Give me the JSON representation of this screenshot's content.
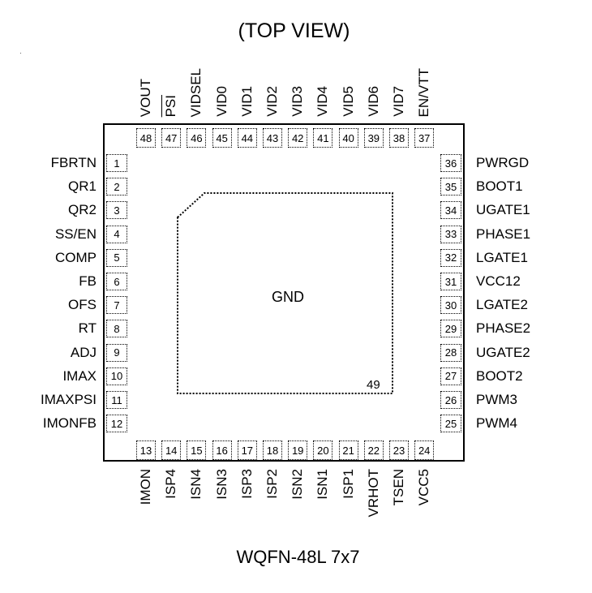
{
  "title": "(TOP VIEW)",
  "caption": "WQFN-48L 7x7",
  "exposed_pad": {
    "label": "GND",
    "number": "49"
  },
  "pins_left": [
    {
      "num": "1",
      "name": "FBRTN"
    },
    {
      "num": "2",
      "name": "QR1"
    },
    {
      "num": "3",
      "name": "QR2"
    },
    {
      "num": "4",
      "name": "SS/EN"
    },
    {
      "num": "5",
      "name": "COMP"
    },
    {
      "num": "6",
      "name": "FB"
    },
    {
      "num": "7",
      "name": "OFS"
    },
    {
      "num": "8",
      "name": "RT"
    },
    {
      "num": "9",
      "name": "ADJ"
    },
    {
      "num": "10",
      "name": "IMAX"
    },
    {
      "num": "11",
      "name": "IMAXPSI"
    },
    {
      "num": "12",
      "name": "IMONFB"
    }
  ],
  "pins_bottom": [
    {
      "num": "13",
      "name": "IMON"
    },
    {
      "num": "14",
      "name": "ISP4"
    },
    {
      "num": "15",
      "name": "ISN4"
    },
    {
      "num": "16",
      "name": "ISN3"
    },
    {
      "num": "17",
      "name": "ISP3"
    },
    {
      "num": "18",
      "name": "ISP2"
    },
    {
      "num": "19",
      "name": "ISN2"
    },
    {
      "num": "20",
      "name": "ISN1"
    },
    {
      "num": "21",
      "name": "ISP1"
    },
    {
      "num": "22",
      "name": "VRHOT"
    },
    {
      "num": "23",
      "name": "TSEN"
    },
    {
      "num": "24",
      "name": "VCC5"
    }
  ],
  "pins_right": [
    {
      "num": "36",
      "name": "PWRGD"
    },
    {
      "num": "35",
      "name": "BOOT1"
    },
    {
      "num": "34",
      "name": "UGATE1"
    },
    {
      "num": "33",
      "name": "PHASE1"
    },
    {
      "num": "32",
      "name": "LGATE1"
    },
    {
      "num": "31",
      "name": "VCC12"
    },
    {
      "num": "30",
      "name": "LGATE2"
    },
    {
      "num": "29",
      "name": "PHASE2"
    },
    {
      "num": "28",
      "name": "UGATE2"
    },
    {
      "num": "27",
      "name": "BOOT2"
    },
    {
      "num": "26",
      "name": "PWM3"
    },
    {
      "num": "25",
      "name": "PWM4"
    }
  ],
  "pins_top": [
    {
      "num": "48",
      "name": "VOUT"
    },
    {
      "num": "47",
      "name": "PSI",
      "overline": true
    },
    {
      "num": "46",
      "name": "VIDSEL"
    },
    {
      "num": "45",
      "name": "VID0"
    },
    {
      "num": "44",
      "name": "VID1"
    },
    {
      "num": "43",
      "name": "VID2"
    },
    {
      "num": "42",
      "name": "VID3"
    },
    {
      "num": "41",
      "name": "VID4"
    },
    {
      "num": "40",
      "name": "VID5"
    },
    {
      "num": "39",
      "name": "VID6"
    },
    {
      "num": "38",
      "name": "VID7"
    },
    {
      "num": "37",
      "name": "EN/VTT"
    }
  ]
}
